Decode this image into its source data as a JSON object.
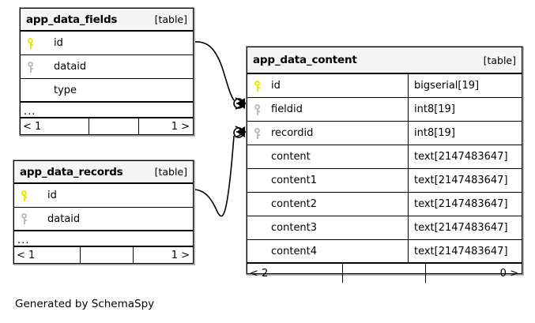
{
  "diagram": {
    "type": "entity-relationship-diagram",
    "generator_caption": "Generated by SchemaSpy",
    "table_tag": "[table]",
    "ellipsis": "...",
    "tables": [
      {
        "id": "app_data_fields",
        "name": "app_data_fields",
        "tag": "[table]",
        "columns": [
          {
            "key": "pk",
            "name": "id",
            "type": ""
          },
          {
            "key": "fk",
            "name": "dataid",
            "type": ""
          },
          {
            "key": "none",
            "name": "type",
            "type": ""
          }
        ],
        "more_indicator": "...",
        "footer": {
          "left": "< 1",
          "middle": "",
          "right": "1 >"
        }
      },
      {
        "id": "app_data_records",
        "name": "app_data_records",
        "tag": "[table]",
        "columns": [
          {
            "key": "pk",
            "name": "id",
            "type": ""
          },
          {
            "key": "fk",
            "name": "dataid",
            "type": ""
          }
        ],
        "more_indicator": "...",
        "footer": {
          "left": "< 1",
          "middle": "",
          "right": "1 >"
        }
      },
      {
        "id": "app_data_content",
        "name": "app_data_content",
        "tag": "[table]",
        "columns": [
          {
            "key": "pk",
            "name": "id",
            "type": "bigserial[19]"
          },
          {
            "key": "fk",
            "name": "fieldid",
            "type": "int8[19]"
          },
          {
            "key": "fk",
            "name": "recordid",
            "type": "int8[19]"
          },
          {
            "key": "none",
            "name": "content",
            "type": "text[2147483647]"
          },
          {
            "key": "none",
            "name": "content1",
            "type": "text[2147483647]"
          },
          {
            "key": "none",
            "name": "content2",
            "type": "text[2147483647]"
          },
          {
            "key": "none",
            "name": "content3",
            "type": "text[2147483647]"
          },
          {
            "key": "none",
            "name": "content4",
            "type": "text[2147483647]"
          }
        ],
        "footer": {
          "left": "< 2",
          "middle": "",
          "right": "0 >"
        }
      }
    ],
    "relationships": [
      {
        "id": "fields-to-content-fieldid",
        "from_table": "app_data_fields",
        "from_column": "id",
        "to_table": "app_data_content",
        "to_column": "fieldid",
        "from_cardinality": "one",
        "to_cardinality": "zero-or-many"
      },
      {
        "id": "records-to-content-recordid",
        "from_table": "app_data_records",
        "from_column": "id",
        "to_table": "app_data_content",
        "to_column": "recordid",
        "from_cardinality": "one",
        "to_cardinality": "zero-or-many"
      }
    ],
    "colors": {
      "background": "#ffffff",
      "table_border": "#000000",
      "header_fill": "#f5f5f5",
      "primary_key_icon": "#e8e800",
      "foreign_key_icon": "#bbbbbb",
      "connector": "#000000",
      "text": "#000000"
    }
  }
}
